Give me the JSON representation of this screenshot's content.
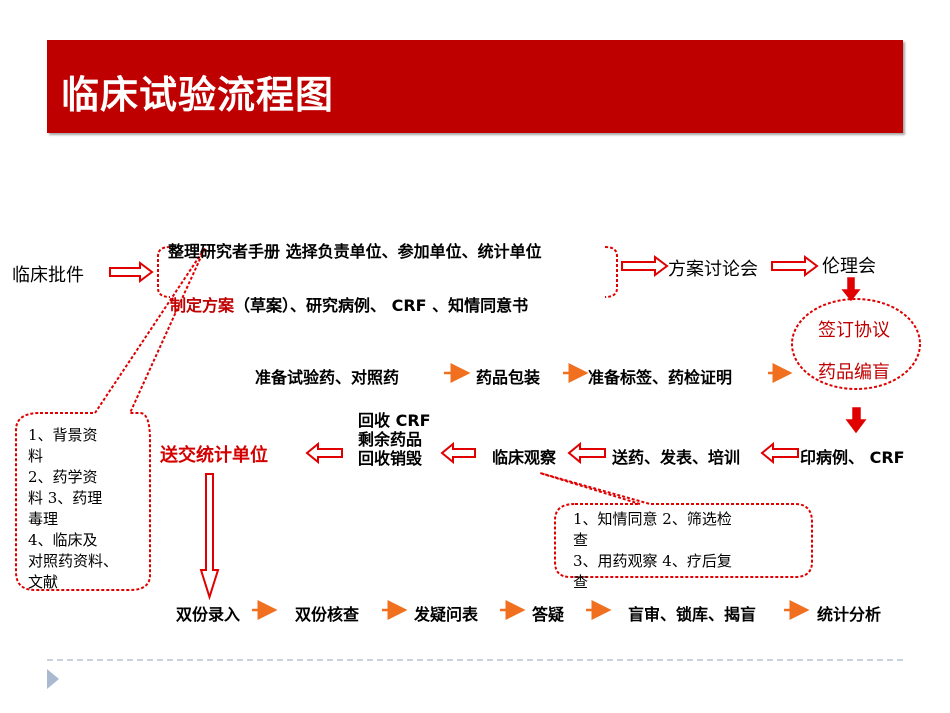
{
  "header": {
    "title": "临床试验流程图",
    "background": "#bf0000"
  },
  "row1": {
    "start": "临床批件",
    "brace_top": "整理研究者手册 选择负责单位、参加单位、统计单位",
    "brace_bottom_red": "制定方案",
    "brace_bottom_rest": "（草案）、研究病例、 CRF 、知情同意书",
    "step2": "方案讨论会",
    "step3": "伦理会"
  },
  "ellipse": {
    "line1": "签订协议",
    "line2": "药品编盲"
  },
  "row2": {
    "items": [
      "准备试验药、对照药",
      "药品包装",
      "准备标签、药检证明"
    ]
  },
  "row3": {
    "print": "印病例、 CRF",
    "send": "送药、发表、培训",
    "observe": "临床观察",
    "recycle": [
      "回收 CRF",
      "剩余药品",
      "回收销毁"
    ],
    "submit": "送交统计单位"
  },
  "callout_left": {
    "lines": [
      "1、背景资",
      "料",
      "2、药学资",
      "料 3、药理",
      "毒理",
      "4、临床及",
      "对照药资料、",
      "文献"
    ]
  },
  "callout_right": {
    "lines": [
      "1、知情同意  2、筛选检",
      "查",
      "3、用药观察  4、疗后复",
      "查"
    ]
  },
  "row4": {
    "items": [
      "双份录入",
      "双份核查",
      "发疑问表",
      "答疑",
      "盲审、锁库、揭盲",
      "统计分析"
    ]
  },
  "colors": {
    "red_arrow": "#e00000",
    "orange_arrow": "#f07020",
    "dashed_red": "#e00000",
    "footer": "#a9bad0"
  }
}
